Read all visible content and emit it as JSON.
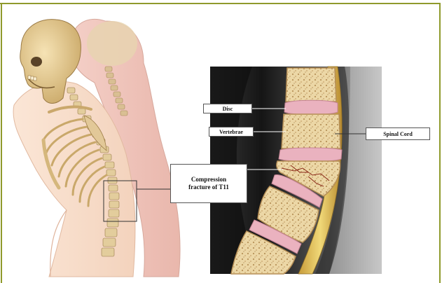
{
  "labels": {
    "disc": "Disc",
    "vertebrae": "Vertebrae",
    "spinal_cord": "Spinal Cord",
    "compression_line1": "Compression",
    "compression_line2": "fracture of T11"
  },
  "colors": {
    "frame": "#8f9a2c",
    "bone": "#e6cf9c",
    "disc": "#e8a9b8",
    "cord": "#d9b25a",
    "mri_dark": "#1c1c1c"
  }
}
